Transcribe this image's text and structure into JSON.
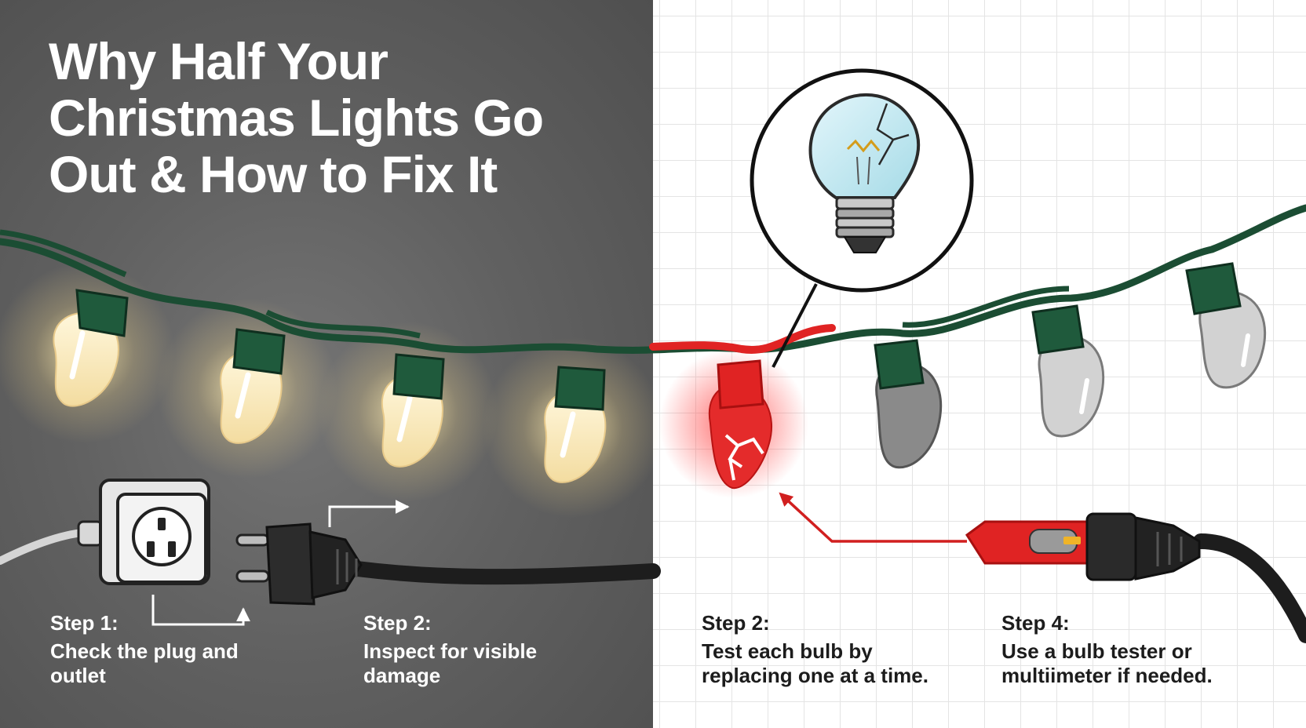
{
  "title": "Why Half Your Christmas Lights Go Out & How to Fix It",
  "colors": {
    "left_background": "#616161",
    "right_background": "#ffffff",
    "grid_line": "#e4e4e4",
    "wire_green": "#1b4d33",
    "socket_green": "#1f5a3c",
    "glow_bulb": "#fff2c8",
    "faulty_red": "#e02323",
    "dead_bulb_gray": "#8a8a8a",
    "unlit_bulb_gray": "#d0d0d0"
  },
  "icons": [
    "wall-outlet-icon",
    "plug-icon",
    "broken-bulb-magnified-icon",
    "bulb-tester-icon",
    "arrow-icon"
  ],
  "steps": [
    {
      "label": "Step 1:",
      "desc": "Check the plug and outlet"
    },
    {
      "label": "Step 2:",
      "desc": "Inspect for visible damage"
    },
    {
      "label": "Step 2:",
      "desc": "Test each bulb by replacing one at a time."
    },
    {
      "label": "Step 4:",
      "desc": "Use a bulb tester or multiimeter if needed."
    }
  ]
}
